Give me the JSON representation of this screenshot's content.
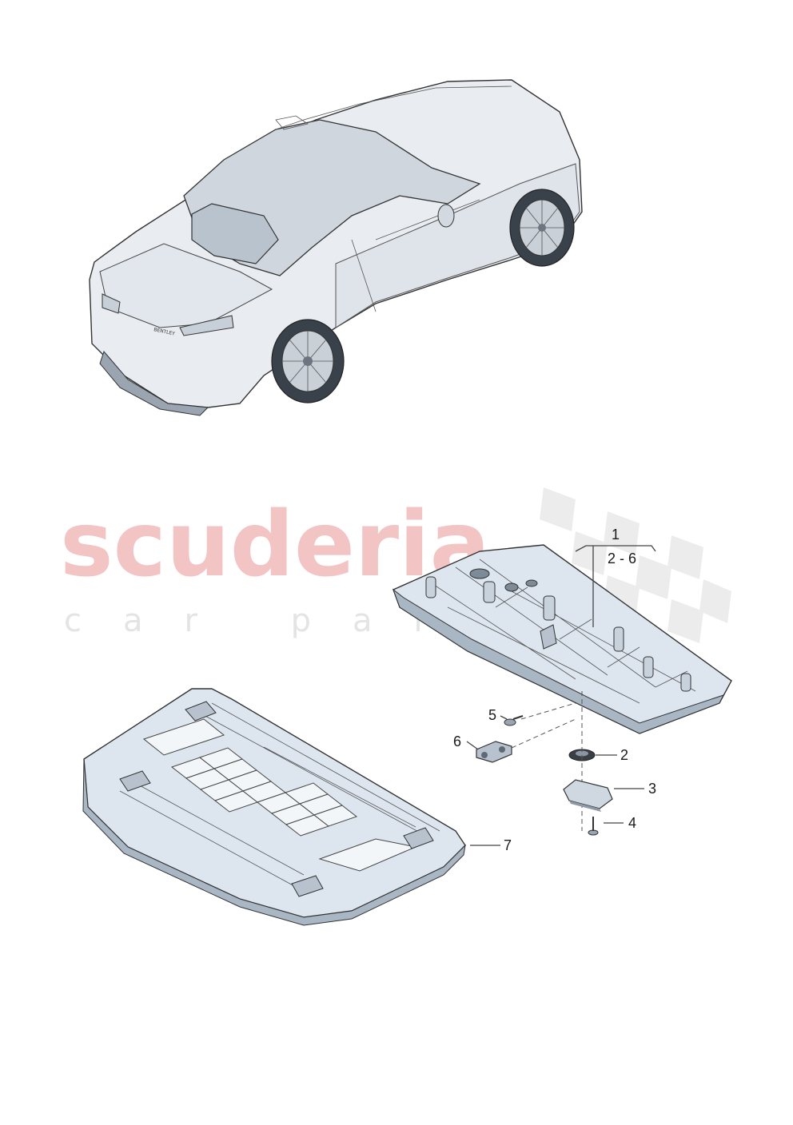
{
  "watermark": {
    "main": "scuderia",
    "sub": "car parts"
  },
  "callouts": {
    "group": {
      "number": "1",
      "range": "2 - 6"
    },
    "items": [
      {
        "id": "2",
        "label": "2"
      },
      {
        "id": "3",
        "label": "3"
      },
      {
        "id": "4",
        "label": "4"
      },
      {
        "id": "5",
        "label": "5"
      },
      {
        "id": "6",
        "label": "6"
      },
      {
        "id": "7",
        "label": "7"
      }
    ]
  },
  "car": {
    "badge": "BENTLEY"
  },
  "colors": {
    "part_fill": "#dde6ef",
    "part_shadow": "#a9b6c4",
    "car_fill": "#e9edf2",
    "roof_fill": "#cfd6de",
    "watermark_red": "#f2c4c4",
    "watermark_grey": "#e4e4e4"
  }
}
